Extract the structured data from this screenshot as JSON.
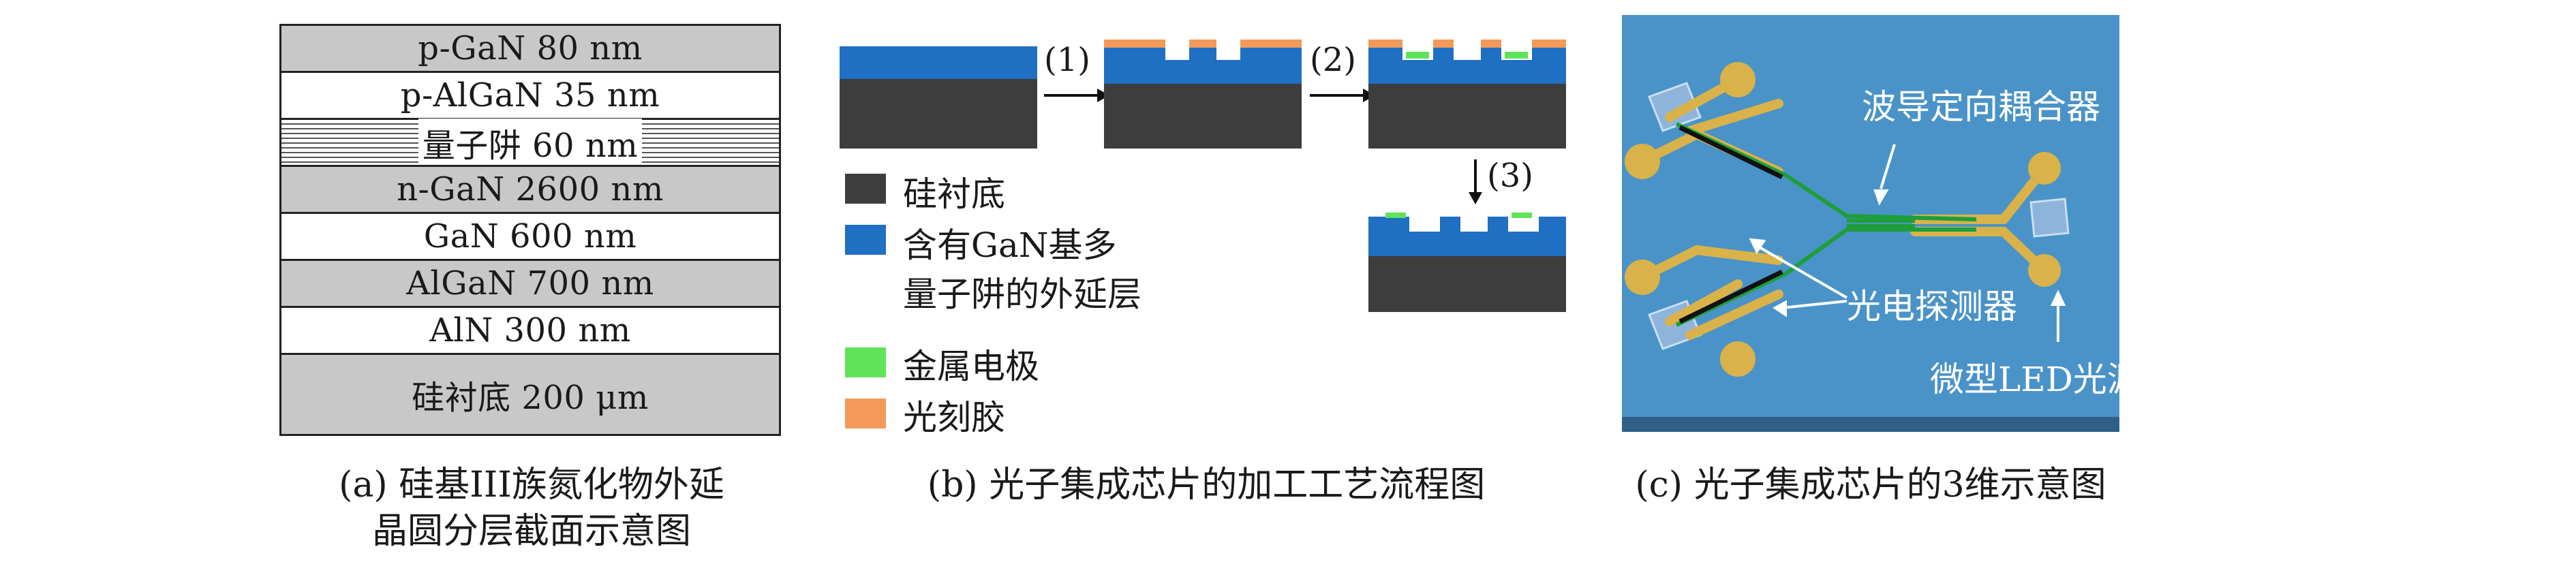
{
  "panel_a": {
    "layers": [
      {
        "label": "p-GaN 80 nm",
        "fill": "gray"
      },
      {
        "label": "p-AlGaN 35 nm",
        "fill": "white"
      },
      {
        "label": "量子阱 60 nm",
        "fill": "hatch"
      },
      {
        "label": "n-GaN 2600 nm",
        "fill": "gray"
      },
      {
        "label": "GaN 600 nm",
        "fill": "white"
      },
      {
        "label": "AlGaN 700 nm",
        "fill": "gray"
      },
      {
        "label": "AlN 300 nm",
        "fill": "white"
      },
      {
        "label": "硅衬底 200 μm",
        "fill": "gray"
      }
    ],
    "caption_line1": "(a) 硅基III族氮化物外延",
    "caption_line2": "晶圆分层截面示意图"
  },
  "panel_b": {
    "steps": [
      "(1)",
      "(2)",
      "(3)"
    ],
    "legend": [
      {
        "label": "硅衬底",
        "color": "#3d3d3d"
      },
      {
        "label": "含有GaN基多",
        "color": "#1f6fc2"
      },
      {
        "label": "量子阱的外延层",
        "color": ""
      },
      {
        "label": "金属电极",
        "color": "#5fe35a"
      },
      {
        "label": "光刻胶",
        "color": "#f39a5b"
      }
    ],
    "caption": "(b) 光子集成芯片的加工工艺流程图"
  },
  "panel_c": {
    "labels": {
      "coupler": "波导定向耦合器",
      "detector": "光电探测器",
      "led": "微型LED光源"
    },
    "background": "#4a93c8",
    "electrode_color": "#d9b24a",
    "waveguide_color": "#1e9e3a",
    "caption": "(c) 光子集成芯片的3维示意图"
  }
}
